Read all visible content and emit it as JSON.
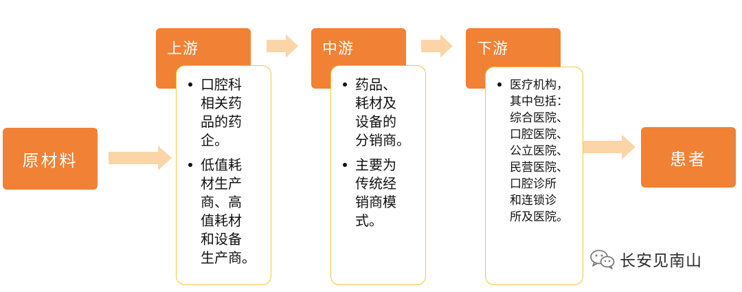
{
  "raw_material": {
    "label": "原材料"
  },
  "upstream": {
    "label": "上游",
    "items": [
      "口腔科\n相关药\n品的药\n企。",
      "低值耗\n材生产\n商、高\n值耗材\n和设备\n生产商。"
    ]
  },
  "midstream": {
    "label": "中游",
    "items": [
      "药品、\n耗材及\n设备的\n分销商。",
      "主要为\n传统经\n销商模\n式。"
    ]
  },
  "downstream": {
    "label": "下游",
    "items": [
      "医疗机构，\n其中包括：\n综合医院、\n口腔医院、\n公立医院、\n民营医院、\n口腔诊所\n和连锁诊\n所及医院。"
    ]
  },
  "patients": {
    "label": "患者"
  },
  "watermark": {
    "text": "长安见南山",
    "icon": "wechat-icon"
  },
  "colors": {
    "orange": "#f08135",
    "box_border": "#f3c537",
    "arrow": "#fbd5a7"
  }
}
